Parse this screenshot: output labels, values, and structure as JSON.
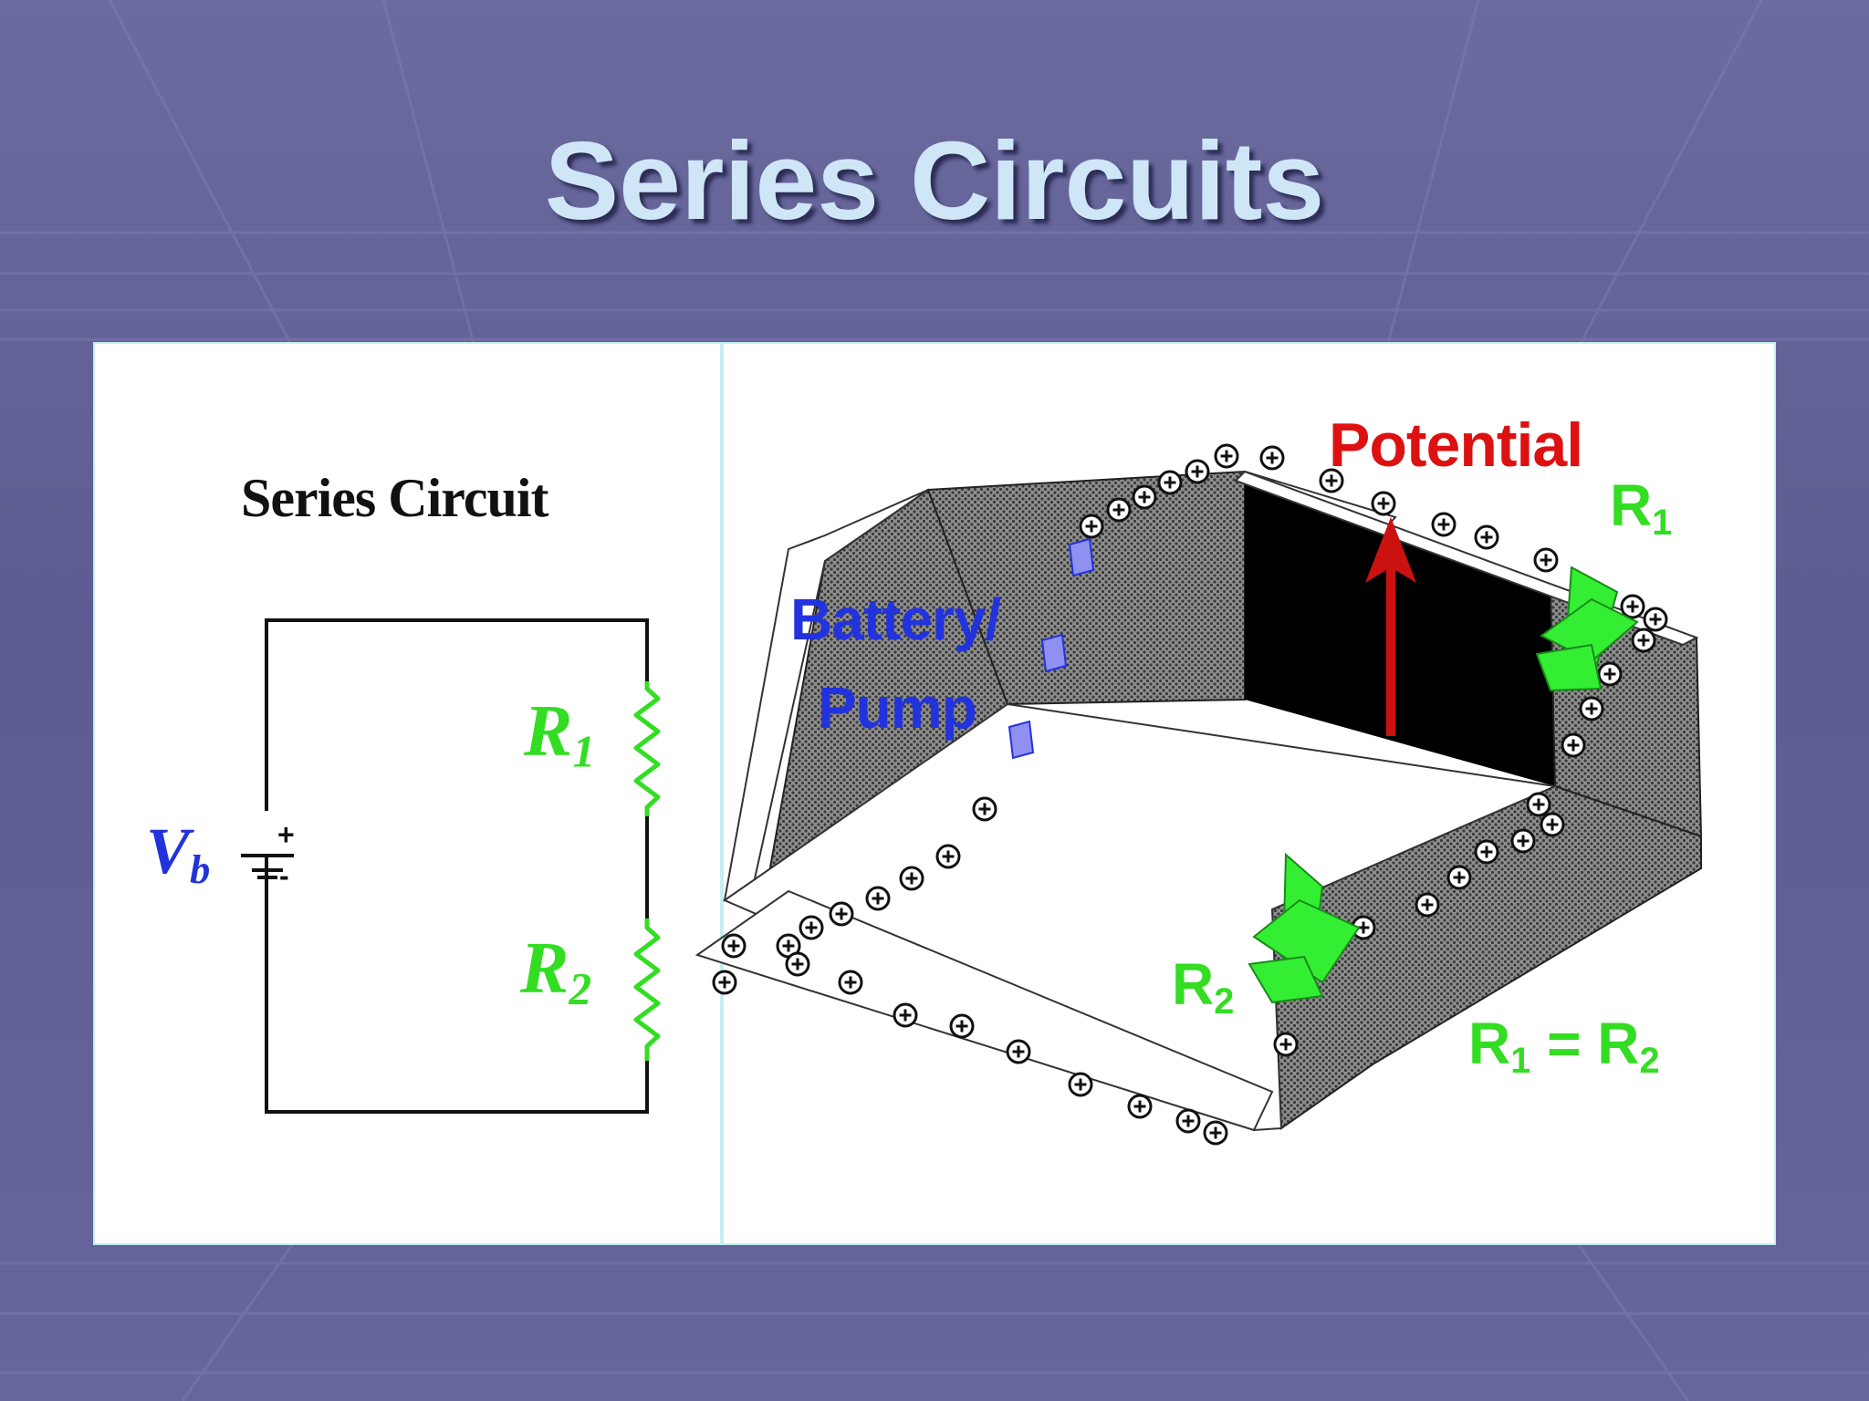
{
  "slide": {
    "title": "Series Circuits"
  },
  "schematic": {
    "title": "Series Circuit",
    "battery_symbol": "V",
    "battery_subscript": "b",
    "plus_sign": "+",
    "minus_sign": "-",
    "resistor1_symbol": "R",
    "resistor1_subscript": "1",
    "resistor2_symbol": "R",
    "resistor2_subscript": "2",
    "resistor_color": "#33dd22"
  },
  "analogy": {
    "battery_line1": "Battery/",
    "battery_line2": "Pump",
    "potential_label": "Potential",
    "r1_symbol": "R",
    "r1_subscript": "1",
    "r2_symbol": "R",
    "r2_subscript": "2",
    "equality_lhs_symbol": "R",
    "equality_lhs_subscript": "1",
    "equality_operator": "=",
    "equality_rhs_symbol": "R",
    "equality_rhs_subscript": "2",
    "arrow_color": "#cc1111",
    "battery_color": "#2233dd",
    "paddle_color": "#33dd22"
  },
  "colors": {
    "background": "#5f5f95",
    "title": "#cfe6f7",
    "figure_border": "#c6eef2"
  }
}
